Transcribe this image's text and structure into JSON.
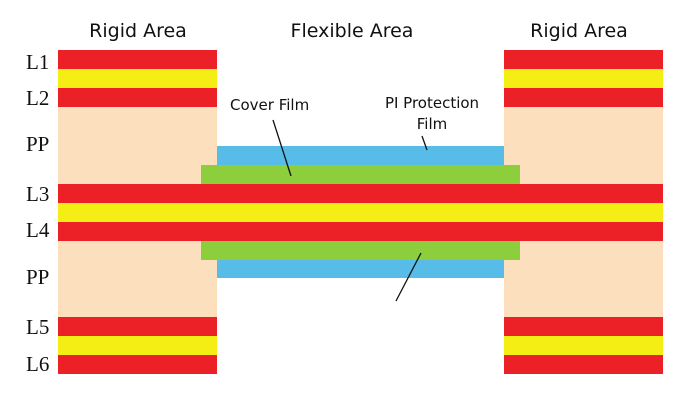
{
  "headings": {
    "left": "Rigid Area",
    "center": "Flexible Area",
    "right": "Rigid Area"
  },
  "layer_labels": [
    "L1",
    "L2",
    "PP",
    "L3",
    "L4",
    "PP",
    "L5",
    "L6"
  ],
  "annotations": {
    "cover_film": "Cover Film",
    "pi_line1": "PI Protection",
    "pi_line2": "Film"
  },
  "colors": {
    "copper": "#ec2027",
    "core": "#f5ee14",
    "prepreg": "#fce0bd",
    "pi_film": "#58bce9",
    "cover_film": "#8cce3b"
  }
}
